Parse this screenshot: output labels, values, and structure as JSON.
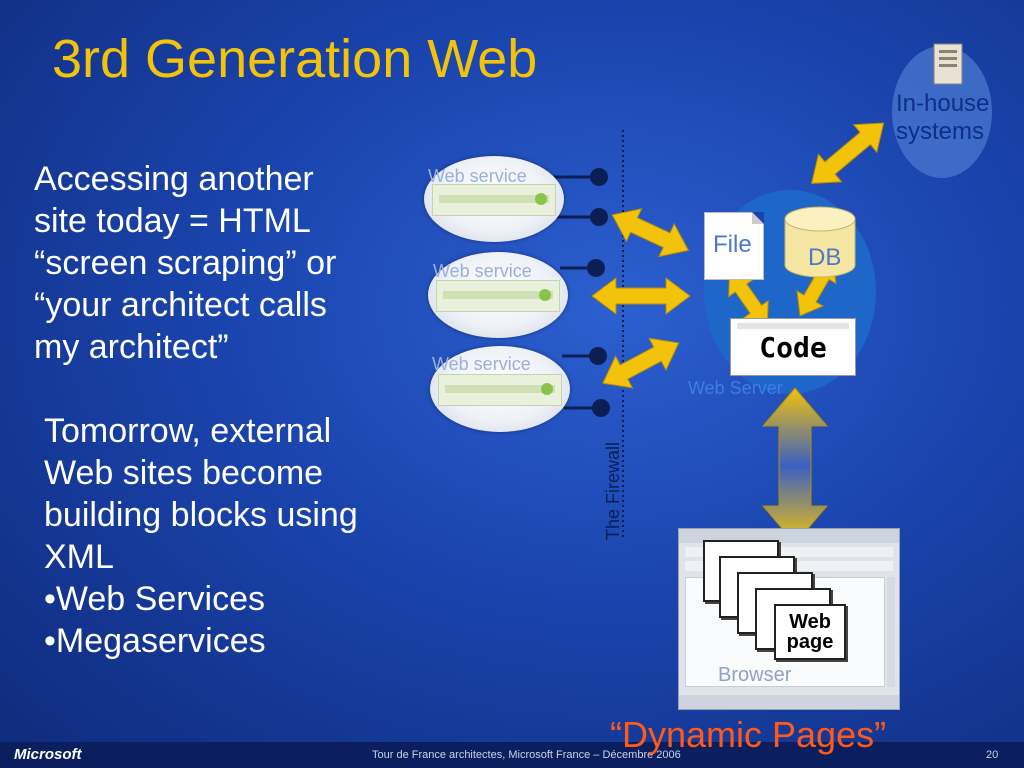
{
  "slide": {
    "title": "3rd Generation Web",
    "body1": [
      "Accessing another",
      "site today = HTML",
      "“screen scraping” or",
      "“your architect calls",
      "my architect”"
    ],
    "body2": [
      "Tomorrow, external",
      "Web sites become",
      "building blocks using",
      "XML",
      "•Web Services",
      "•Megaservices"
    ]
  },
  "diagram": {
    "web_services": [
      "Web service",
      "Web service",
      "Web service"
    ],
    "firewall_label": "The Firewall",
    "inhouse_label": [
      "In-house",
      "systems"
    ],
    "file_label": "File",
    "db_label": "DB",
    "code_label": "Code",
    "web_server_label": "Web Server",
    "browser_label": "Browser",
    "web_page_label": [
      "Web",
      "page"
    ],
    "dynamic_pages": "“Dynamic Pages”"
  },
  "footer": {
    "logo": "Microsoft",
    "center_text": "Tour de France architectes, Microsoft France – Décembre 2006",
    "page_number": "20"
  },
  "colors": {
    "title": "#f2c30a",
    "arrow": "#f2c30a",
    "dynamic_pages": "#ff5a1a",
    "server_blue": "#1f66c9"
  }
}
